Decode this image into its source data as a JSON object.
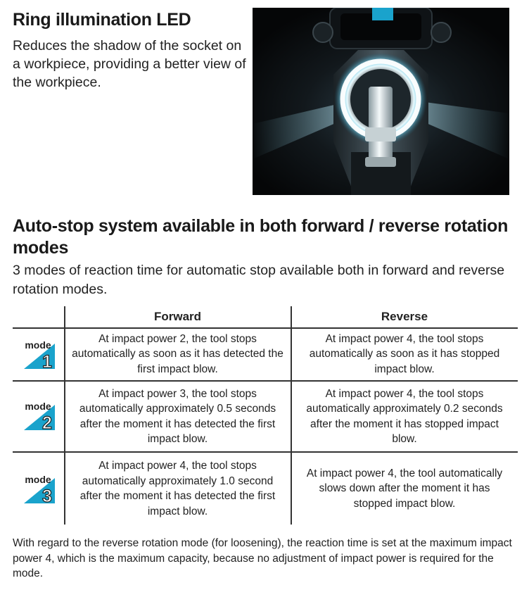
{
  "ring_led": {
    "title": "Ring illumination LED",
    "description": "Reduces the shadow of the socket on a workpiece, providing a better view of the workpiece."
  },
  "auto_stop": {
    "title": "Auto-stop system available in both forward / reverse rotation modes",
    "description": "3 modes of reaction time for automatic stop available both in forward and reverse rotation modes."
  },
  "table": {
    "headers": {
      "forward": "Forward",
      "reverse": "Reverse"
    },
    "rows": [
      {
        "mode_word": "mode",
        "mode_number": "1",
        "forward": "At impact power 2, the tool stops automatically as soon as it has detected the first impact blow.",
        "reverse": "At impact power 4, the tool stops automatically as soon as it has stopped impact blow."
      },
      {
        "mode_word": "mode",
        "mode_number": "2",
        "forward": "At impact power 3, the tool stops automatically approximately 0.5 seconds after the moment it has detected the first impact blow.",
        "reverse": "At impact power 4, the tool stops automatically approximately 0.2 seconds after the moment it has stopped impact blow."
      },
      {
        "mode_word": "mode",
        "mode_number": "3",
        "forward": "At impact power 4, the tool stops automatically approximately 1.0 second after the moment it has detected the first impact blow.",
        "reverse": "At impact power 4, the tool automatically slows down after the moment it has stopped impact blow."
      }
    ]
  },
  "footnote": "With regard to the reverse rotation mode (for loosening), the reaction time is set at the maximum impact power 4, which is the maximum capacity, because no adjustment of impact power is required for the mode.",
  "colors": {
    "mode_badge": "#1aa3cc",
    "led_ring": "#dff8ff",
    "photo_bg": "#0b0d10"
  }
}
